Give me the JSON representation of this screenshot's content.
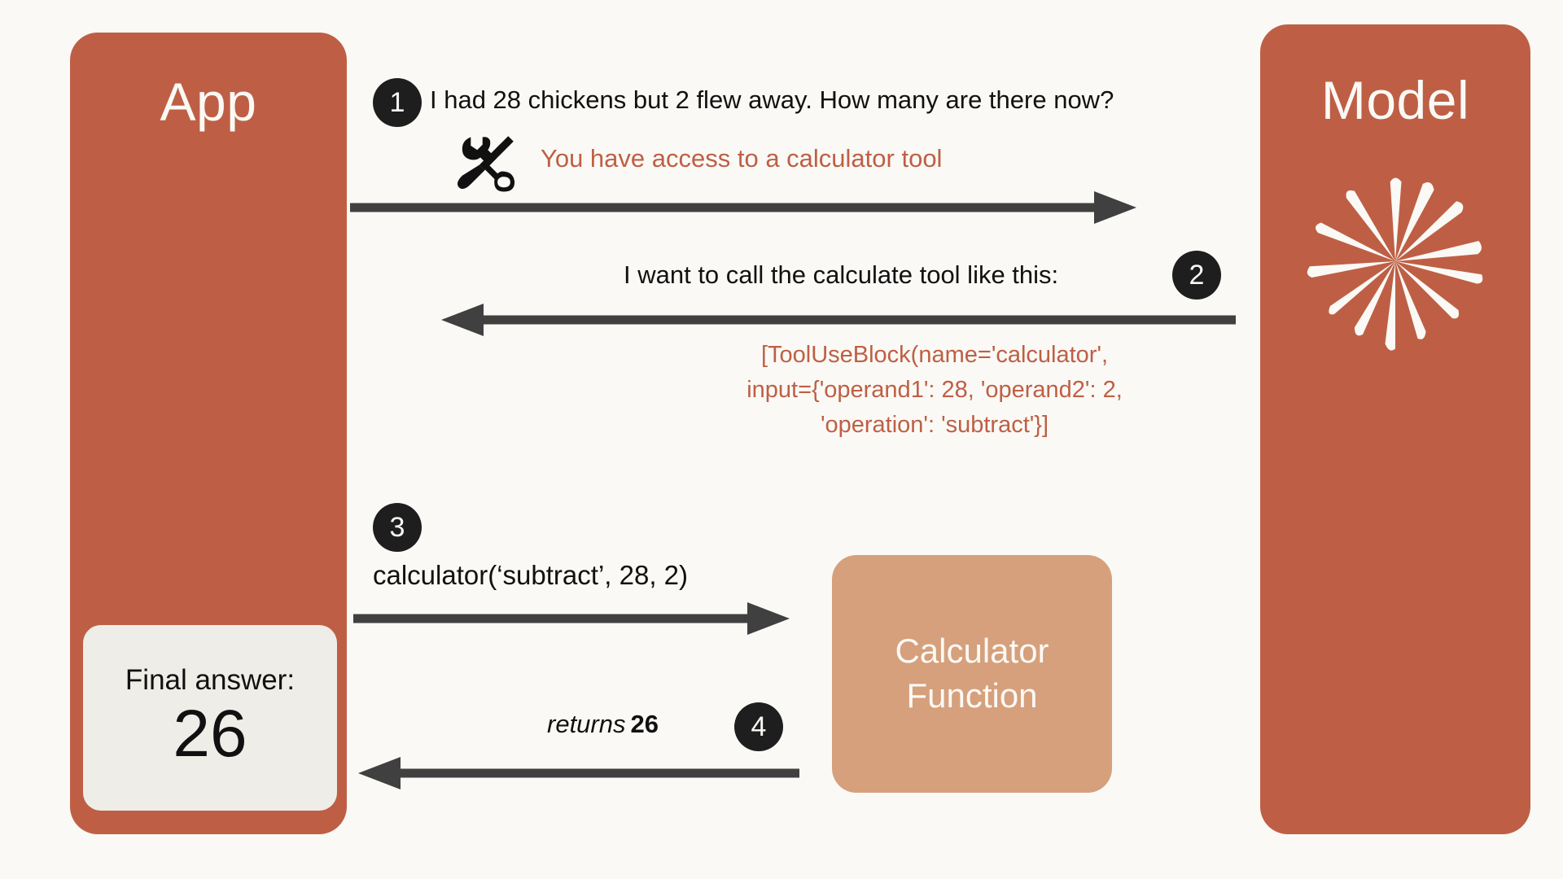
{
  "diagram": {
    "title": "Tool use flow between App and Model",
    "background_color": "#FAF9F5",
    "accent_color": "#BE5F45",
    "badge_color": "#1E1E1E",
    "arrow_color": "#404040"
  },
  "app_panel": {
    "label": "App",
    "color": "#BE5F45",
    "final_answer": {
      "label": "Final answer:",
      "value": "26",
      "card_color": "#EFEDE7"
    }
  },
  "model_panel": {
    "label": "Model",
    "color": "#BE5F45",
    "logo_icon": "starburst-icon"
  },
  "calculator_box": {
    "line1": "Calculator",
    "line2": "Function",
    "color": "#D6A07C"
  },
  "steps": [
    {
      "number": "1",
      "direction": "app-to-model",
      "message": "I had 28 chickens but 2 flew away. How many are there now?",
      "tool_note": "You have access to a calculator tool",
      "tool_icon": "tools-icon"
    },
    {
      "number": "2",
      "direction": "model-to-app",
      "message": "I want to call the calculate tool like this:",
      "code": "[ToolUseBlock(name='calculator',\ninput={'operand1': 28, 'operand2': 2,\n'operation': 'subtract'}]"
    },
    {
      "number": "3",
      "direction": "app-to-calculator",
      "message": "calculator(‘subtract’, 28, 2)"
    },
    {
      "number": "4",
      "direction": "calculator-to-app",
      "message_prefix": "returns",
      "message_value": "26"
    }
  ]
}
